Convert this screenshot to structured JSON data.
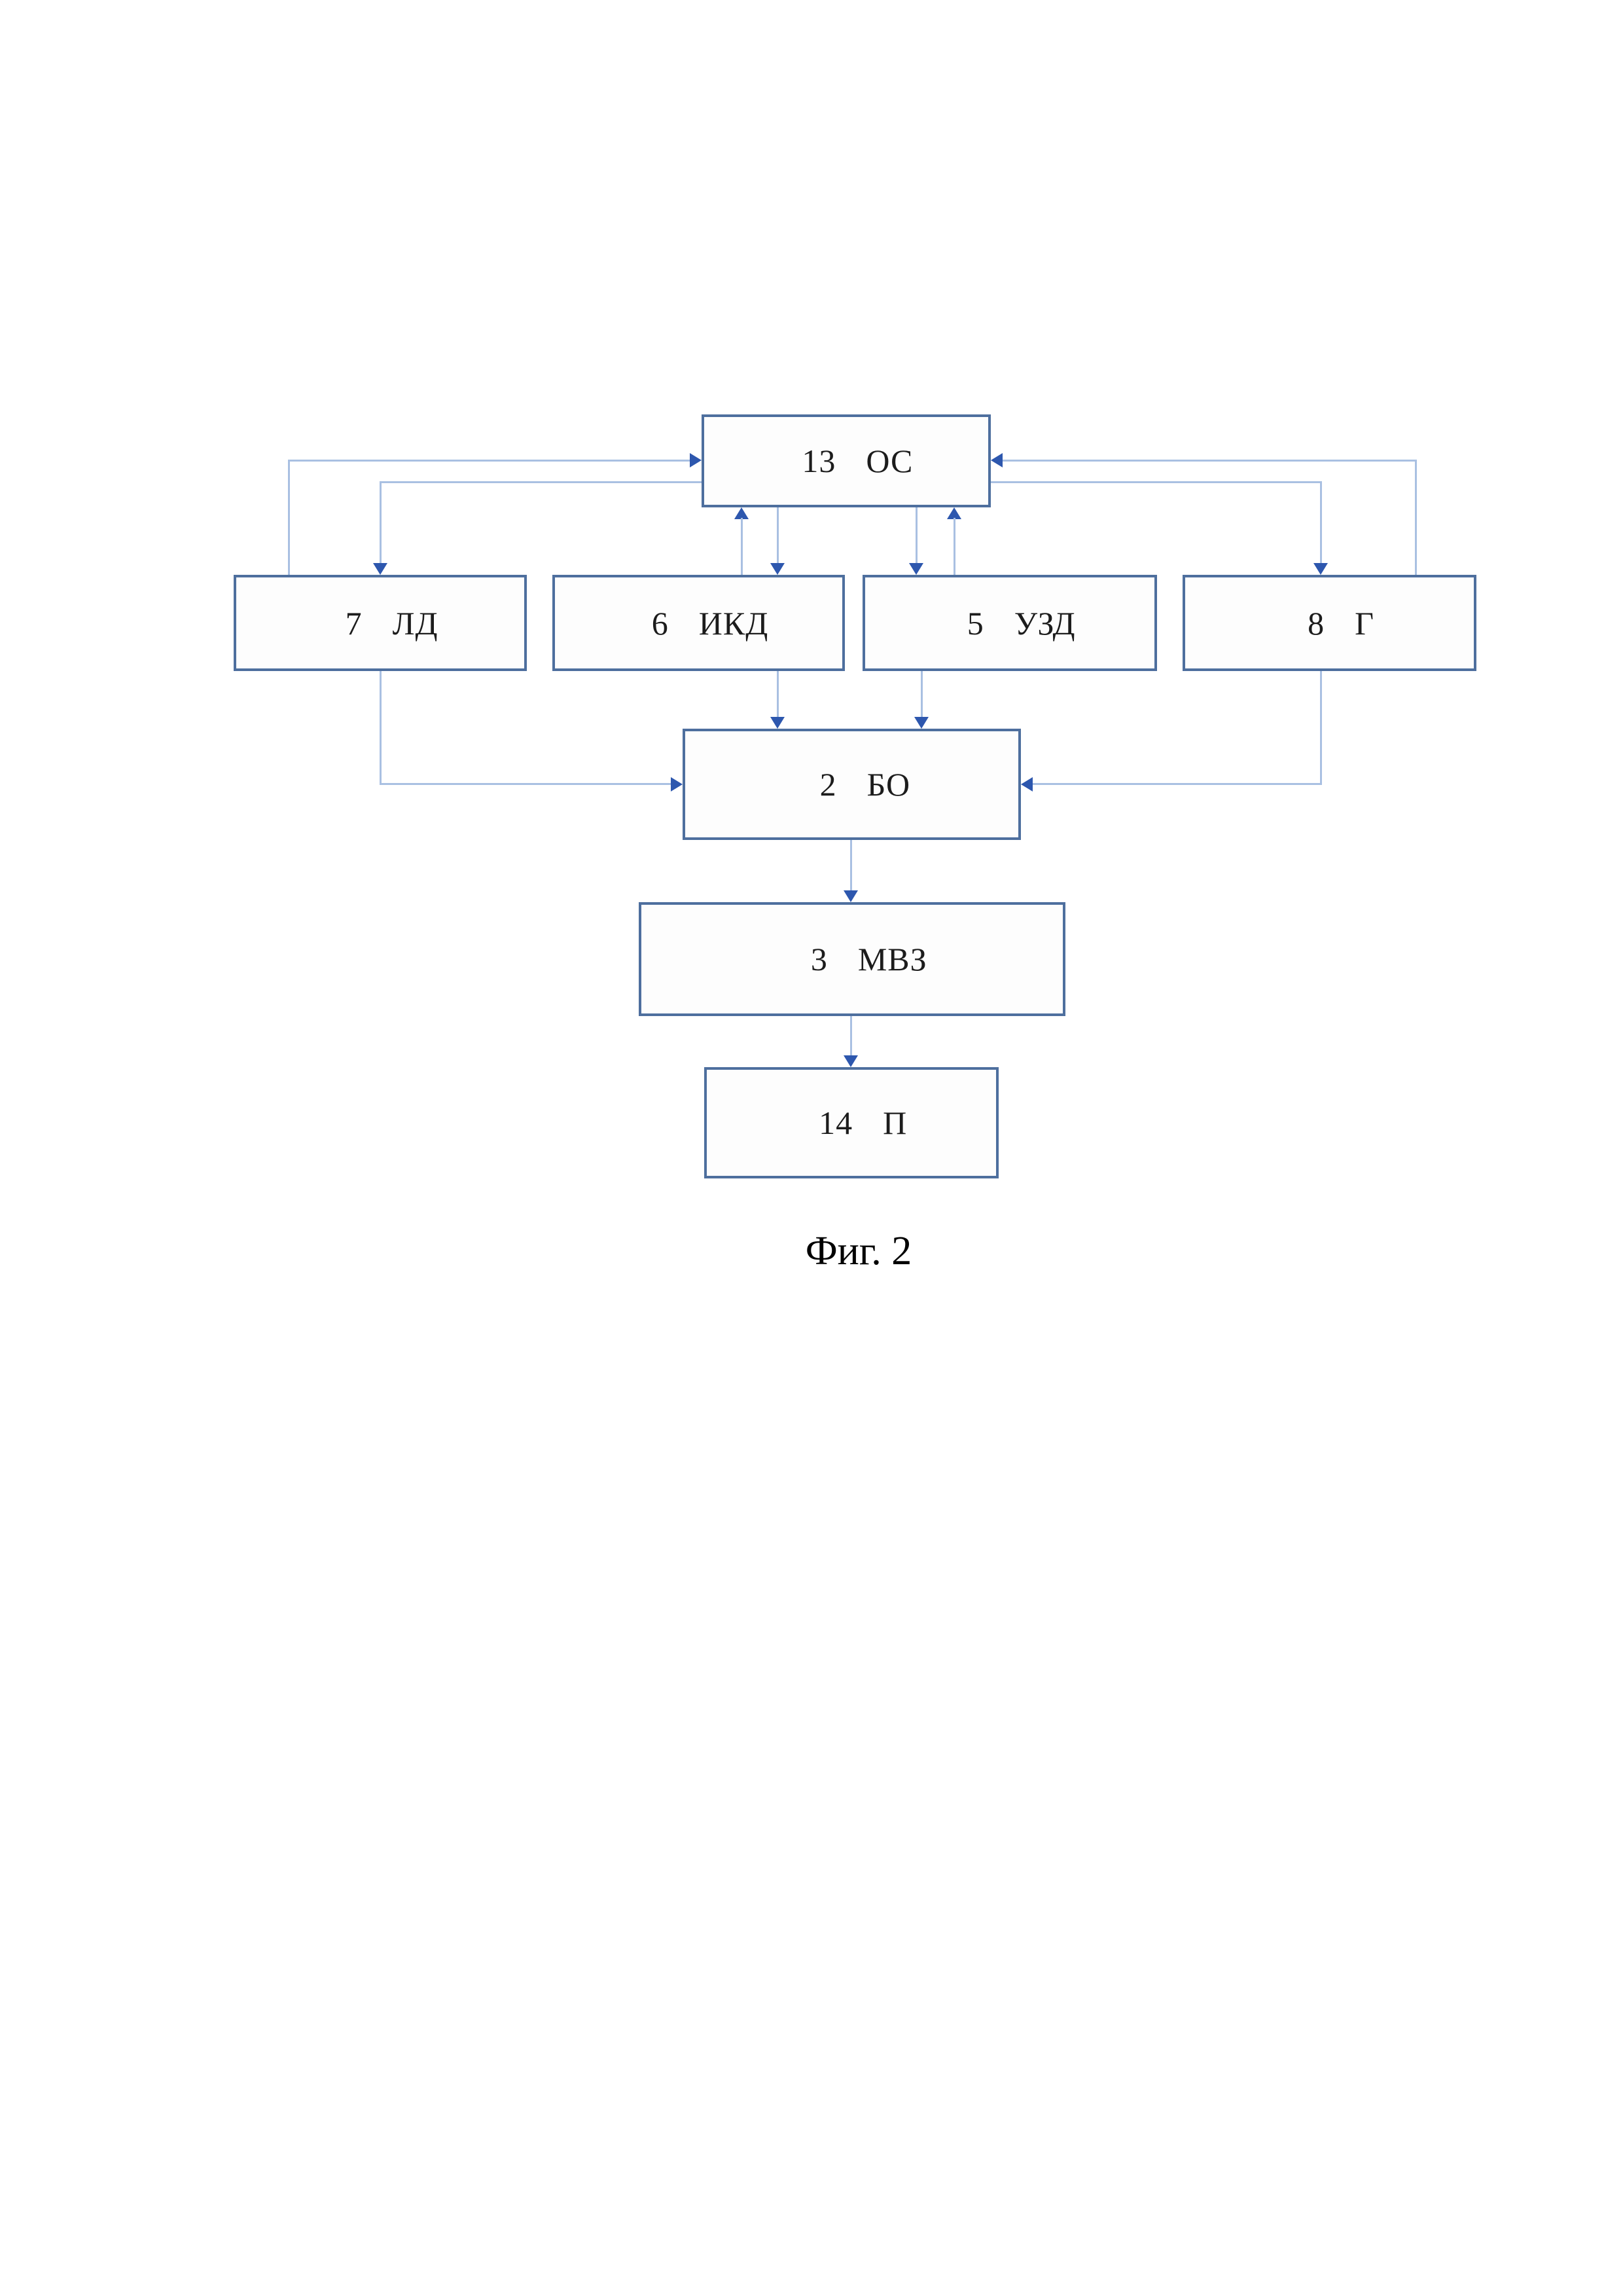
{
  "figure": {
    "caption": "Фиг. 2",
    "type": "patent-block-diagram"
  },
  "colors": {
    "box_border": "#4e6f9e",
    "line": "#a9c0e2",
    "arrowhead": "#2d57ae",
    "label_text": "#1c1c1c",
    "background": "#ffffff"
  },
  "blocks": [
    {
      "id": "os",
      "number": "13",
      "label": "ОС"
    },
    {
      "id": "ld",
      "number": "7",
      "label": "ЛД"
    },
    {
      "id": "ikd",
      "number": "6",
      "label": "ИКД"
    },
    {
      "id": "uzd",
      "number": "5",
      "label": "УЗД"
    },
    {
      "id": "g",
      "number": "8",
      "label": "Г"
    },
    {
      "id": "bo",
      "number": "2",
      "label": "БО"
    },
    {
      "id": "mvz",
      "number": "3",
      "label": "МВЗ"
    },
    {
      "id": "p",
      "number": "14",
      "label": "П"
    }
  ],
  "connections": [
    {
      "from": "ld",
      "to": "os"
    },
    {
      "from": "os",
      "to": "ld"
    },
    {
      "from": "ikd",
      "to": "os"
    },
    {
      "from": "os",
      "to": "ikd"
    },
    {
      "from": "uzd",
      "to": "os"
    },
    {
      "from": "os",
      "to": "uzd"
    },
    {
      "from": "g",
      "to": "os"
    },
    {
      "from": "os",
      "to": "g"
    },
    {
      "from": "ld",
      "to": "bo"
    },
    {
      "from": "ikd",
      "to": "bo"
    },
    {
      "from": "uzd",
      "to": "bo"
    },
    {
      "from": "g",
      "to": "bo"
    },
    {
      "from": "bo",
      "to": "mvz"
    },
    {
      "from": "mvz",
      "to": "p"
    }
  ]
}
